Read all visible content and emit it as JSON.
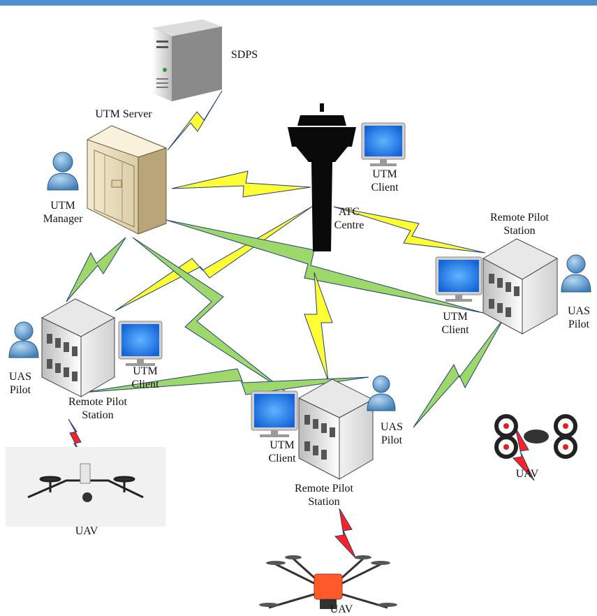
{
  "colors": {
    "top_bar": "#4f8fcf",
    "yellow_link": "#ffff33",
    "green_link": "#9fd86a",
    "red_link": "#ff2222",
    "line": "#1f3f7a"
  },
  "nodes": {
    "sdps": {
      "label": "SDPS",
      "icon": "server-icon"
    },
    "utm_server": {
      "label": "UTM Server",
      "icon": "server-rack-icon"
    },
    "utm_manager": {
      "label": "UTM\nManager",
      "icon": "person-icon"
    },
    "atc": {
      "label": "ATC\nCentre",
      "icon": "control-tower-icon",
      "client_label": "UTM\nClient"
    },
    "rps_right": {
      "label": "Remote Pilot\nStation",
      "client_label": "UTM\nClient",
      "pilot_label": "UAS\nPilot",
      "uav_label": "UAV"
    },
    "rps_left": {
      "label": "Remote Pilot\nStation",
      "client_label": "UTM\nClient",
      "pilot_label": "UAS\nPilot",
      "uav_label": "UAV"
    },
    "rps_center": {
      "label": "Remote Pilot\nStation",
      "client_label": "UTM\nClient",
      "pilot_label": "UAS\nPilot",
      "uav_label": "UAV"
    }
  }
}
